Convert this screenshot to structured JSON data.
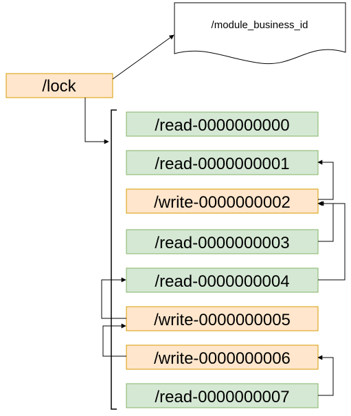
{
  "document": {
    "label": "/module_business_id"
  },
  "root": {
    "label": "/lock",
    "color": "#ffe6cc",
    "border": "#d79b00"
  },
  "colors": {
    "read_fill": "#d5e8d4",
    "read_border": "#82b366",
    "write_fill": "#ffe6cc",
    "write_border": "#d79b00",
    "line": "#000000"
  },
  "nodes": [
    {
      "label": "/read-0000000000",
      "kind": "read"
    },
    {
      "label": "/read-0000000001",
      "kind": "read"
    },
    {
      "label": "/write-0000000002",
      "kind": "write"
    },
    {
      "label": "/read-0000000003",
      "kind": "read"
    },
    {
      "label": "/read-0000000004",
      "kind": "read"
    },
    {
      "label": "/write-0000000005",
      "kind": "write"
    },
    {
      "label": "/write-0000000006",
      "kind": "write"
    },
    {
      "label": "/read-0000000007",
      "kind": "read"
    }
  ]
}
